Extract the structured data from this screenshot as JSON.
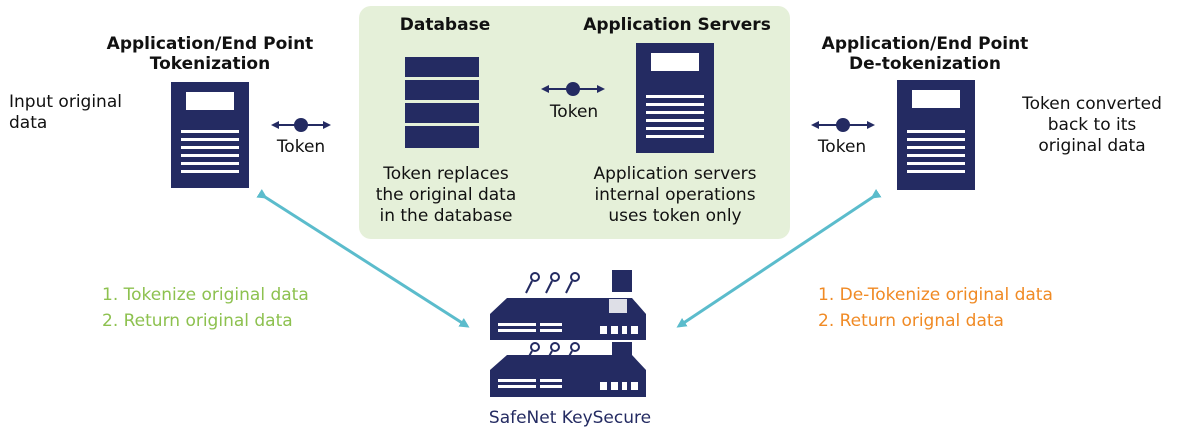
{
  "left_endpoint": {
    "title_line1": "Application/End Point",
    "title_line2": "Tokenization",
    "input_line1": "Input original",
    "input_line2": "data",
    "token_label": "Token"
  },
  "database": {
    "title": "Database",
    "desc_line1": "Token replaces",
    "desc_line2": "the original data",
    "desc_line3": "in the database"
  },
  "middle_token_label": "Token",
  "app_servers": {
    "title": "Application Servers",
    "desc_line1": "Application servers",
    "desc_line2": "internal operations",
    "desc_line3": "uses token only"
  },
  "right_endpoint": {
    "title_line1": "Application/End Point",
    "title_line2": "De-tokenization",
    "output_line1": "Token converted",
    "output_line2": "back to its",
    "output_line3": "original data",
    "token_label": "Token"
  },
  "left_steps": {
    "step1": "1. Tokenize original data",
    "step2": "2. Return original data"
  },
  "right_steps": {
    "step1": "1. De-Tokenize original data",
    "step2": "2. Return orignal data"
  },
  "keysecure": {
    "label": "SafeNet KeySecure"
  },
  "colors": {
    "navy": "#242b62",
    "panel_green": "#e5f0d9",
    "arrow_teal": "#5bbccc",
    "step_green": "#8dc14f",
    "step_orange": "#f08a24"
  }
}
